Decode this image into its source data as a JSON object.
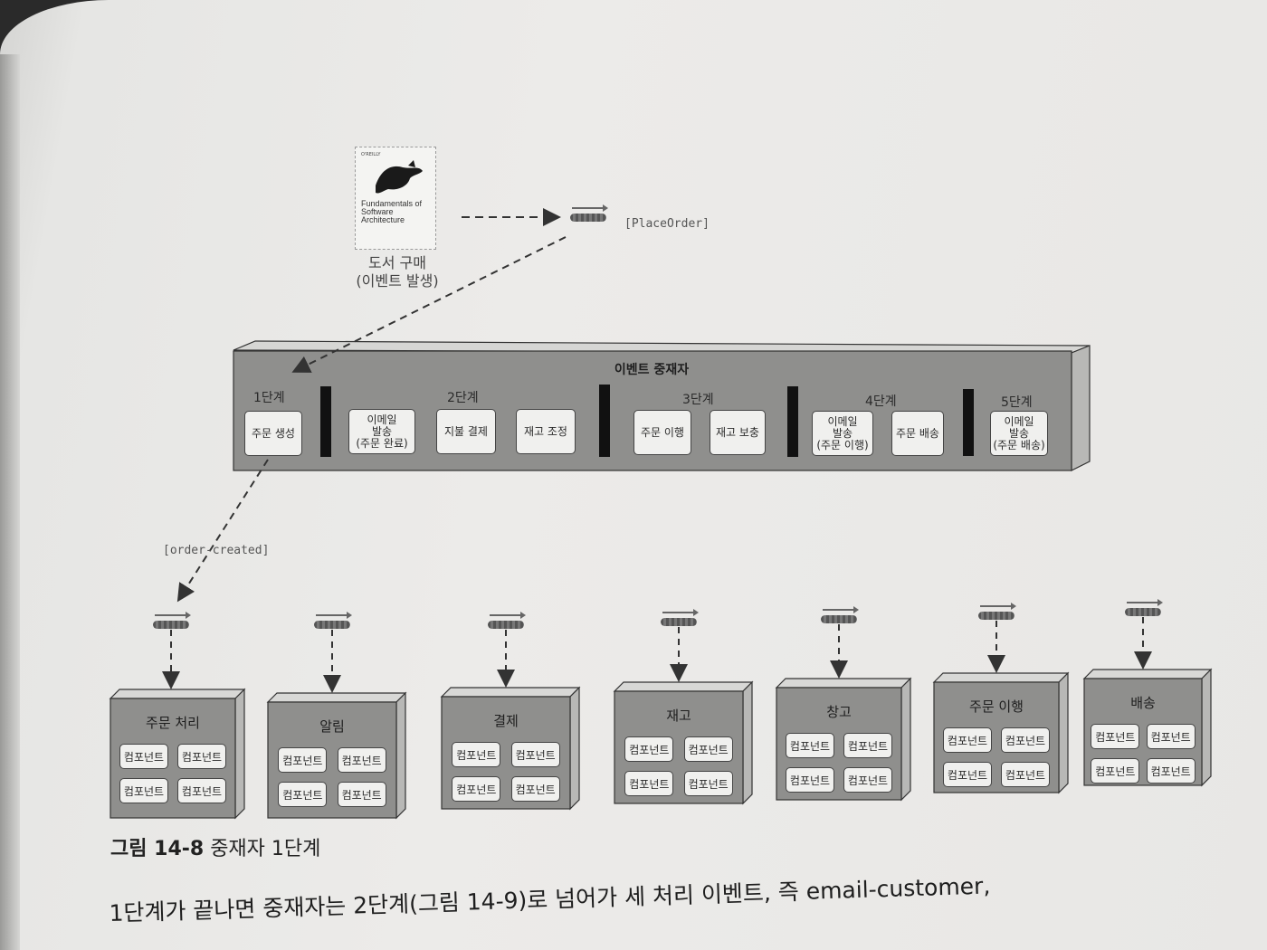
{
  "book": {
    "publisher": "O'REILLY",
    "title": "Fundamentals of\nSoftware\nArchitecture",
    "caption_line1": "도서 구매",
    "caption_line2": "(이벤트 발생)"
  },
  "initiating_event": "[PlaceOrder]",
  "mediator": {
    "title": "이벤트 중재자",
    "stages": [
      {
        "label": "1단계",
        "steps": [
          "주문 생성"
        ]
      },
      {
        "label": "2단계",
        "steps": [
          "이메일\n발송\n(주문 완료)",
          "지불 결제",
          "재고 조정"
        ]
      },
      {
        "label": "3단계",
        "steps": [
          "주문 이행",
          "재고 보충"
        ]
      },
      {
        "label": "4단계",
        "steps": [
          "이메일\n발송\n(주문 이행)",
          "주문 배송"
        ]
      },
      {
        "label": "5단계",
        "steps": [
          "이메일\n발송\n(주문 배송)"
        ]
      }
    ]
  },
  "processing_event": "[order-created]",
  "processors": [
    {
      "title": "주문 처리",
      "components": [
        "컴포넌트",
        "컴포넌트",
        "컴포넌트",
        "컴포넌트"
      ]
    },
    {
      "title": "알림",
      "components": [
        "컴포넌트",
        "컴포넌트",
        "컴포넌트",
        "컴포넌트"
      ]
    },
    {
      "title": "결제",
      "components": [
        "컴포넌트",
        "컴포넌트",
        "컴포넌트",
        "컴포넌트"
      ]
    },
    {
      "title": "재고",
      "components": [
        "컴포넌트",
        "컴포넌트",
        "컴포넌트",
        "컴포넌트"
      ]
    },
    {
      "title": "창고",
      "components": [
        "컴포넌트",
        "컴포넌트",
        "컴포넌트",
        "컴포넌트"
      ]
    },
    {
      "title": "주문 이행",
      "components": [
        "컴포넌트",
        "컴포넌트",
        "컴포넌트",
        "컴포넌트"
      ]
    },
    {
      "title": "배송",
      "components": [
        "컴포넌트",
        "컴포넌트",
        "컴포넌트",
        "컴포넌트"
      ]
    }
  ],
  "figure_caption": {
    "number": "그림 14-8",
    "text": " 중재자 1단계"
  },
  "body_text": "1단계가 끝나면 중재자는 2단계(그림 14-9)로 넘어가 세 처리 이벤트, 즉 email-customer,"
}
